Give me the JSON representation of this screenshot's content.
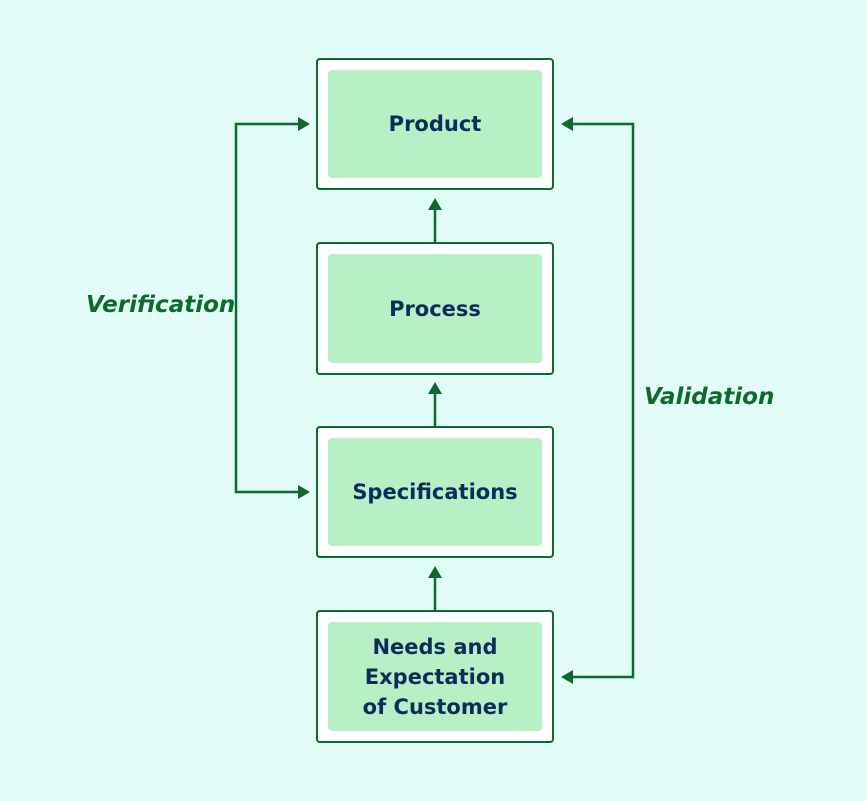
{
  "diagram": {
    "type": "flow",
    "boxes": [
      {
        "id": "product",
        "label": "Product"
      },
      {
        "id": "process",
        "label": "Process"
      },
      {
        "id": "specifications",
        "label": "Specifications"
      },
      {
        "id": "needs",
        "label": "Needs and Expectation of Customer"
      }
    ],
    "edges": [
      {
        "from": "needs",
        "to": "specifications"
      },
      {
        "from": "specifications",
        "to": "process"
      },
      {
        "from": "process",
        "to": "product"
      }
    ],
    "side_labels": {
      "verification": "Verification",
      "validation": "Validation"
    },
    "side_links": [
      {
        "label": "Verification",
        "between": [
          "specifications",
          "product"
        ],
        "side": "left"
      },
      {
        "label": "Validation",
        "between": [
          "needs",
          "product"
        ],
        "side": "right"
      }
    ],
    "colors": {
      "background": "#e2fdf8",
      "box_border": "#0b6a2c",
      "box_fill": "#b6f0c4",
      "box_text": "#0b2d5b",
      "accent_green": "#0b6a2c"
    }
  }
}
